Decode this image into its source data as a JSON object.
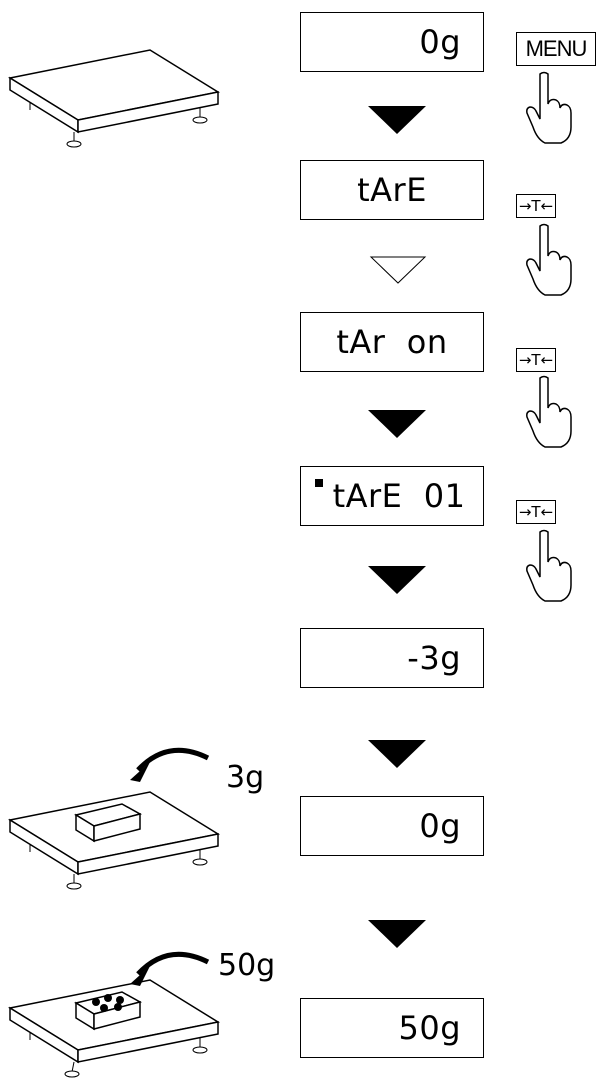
{
  "steps": [
    {
      "display": "0g"
    },
    {
      "display": "tArE"
    },
    {
      "display": "tAr  on"
    },
    {
      "display": "tArE  01"
    },
    {
      "display": "-3g"
    },
    {
      "display": "0g"
    },
    {
      "display": "50g"
    }
  ],
  "keys": {
    "menu": "MENU",
    "tare": "→T←"
  },
  "weights": {
    "container": "3g",
    "sample": "50g"
  },
  "icons": [
    "scale-platform-icon",
    "down-arrow-icon",
    "hand-press-icon",
    "curved-arrow-icon",
    "container-box-icon",
    "weights-icon"
  ]
}
